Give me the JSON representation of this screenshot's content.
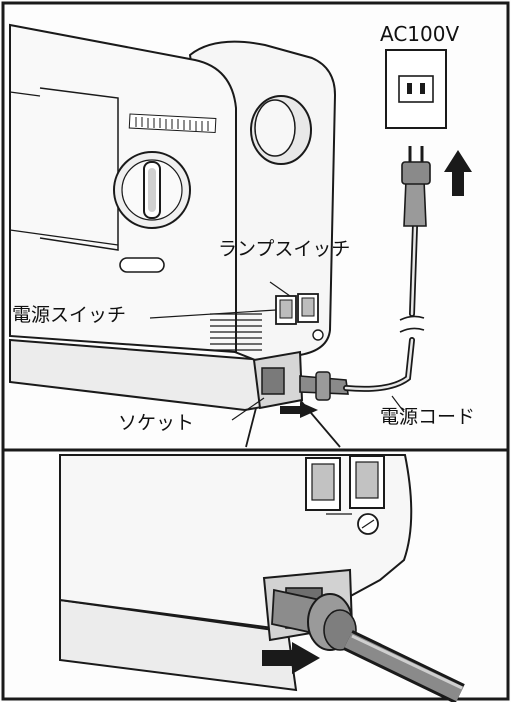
{
  "labels": {
    "voltage": "AC100V",
    "lamp_switch": "ランプスイッチ",
    "power_switch": "電源スイッチ",
    "socket": "ソケット",
    "power_cord": "電源コード"
  },
  "colors": {
    "line": "#1a1a1a",
    "paper": "#fdfdfd",
    "machine": "#f4f4f4",
    "shade": "#c8c8c8",
    "plug": "#8a8a8a",
    "cord": "#555555"
  },
  "icons": [
    "arrow-up-icon",
    "arrow-right-icon",
    "outlet-icon",
    "plug-icon",
    "dial-icon"
  ]
}
